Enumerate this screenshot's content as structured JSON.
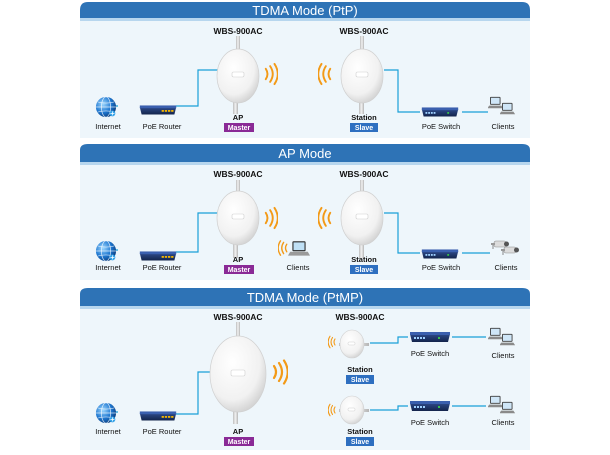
{
  "colors": {
    "header": "#2e73b6",
    "panel_bg": "#eef6fb",
    "wire": "#1aa0d8",
    "master_badge": "#8a2a96",
    "slave_badge": "#2e6fc0",
    "wave": "#f39a17"
  },
  "sections": [
    {
      "title": "TDMA Mode (PtP)",
      "ap_model": "WBS-900AC",
      "station_model": "WBS-900AC",
      "internet": "Internet",
      "router": "PoE Router",
      "ap_role": "AP",
      "ap_badge": "Master",
      "station_role": "Station",
      "station_badge": "Slave",
      "switch": "PoE Switch",
      "clients": "Clients"
    },
    {
      "title": "AP Mode",
      "ap_model": "WBS-900AC",
      "station_model": "WBS-900AC",
      "internet": "Internet",
      "router": "PoE Router",
      "ap_role": "AP",
      "ap_badge": "Master",
      "wireless_clients": "Clients",
      "station_role": "Station",
      "station_badge": "Slave",
      "switch": "PoE Switch",
      "clients": "Clients"
    },
    {
      "title": "TDMA Mode (PtMP)",
      "ap_model": "WBS-900AC",
      "station_model": "WBS-900AC",
      "internet": "Internet",
      "router": "PoE Router",
      "ap_role": "AP",
      "ap_badge": "Master",
      "station1_role": "Station",
      "station1_badge": "Slave",
      "switch1": "PoE Switch",
      "clients1": "Clients",
      "station2_role": "Station",
      "station2_badge": "Slave",
      "switch2": "PoE Switch",
      "clients2": "Clients"
    }
  ],
  "icons": [
    "globe-icon",
    "router-icon",
    "dish-icon",
    "wifi-waves-icon",
    "switch-icon",
    "computer-icon",
    "laptop-icon",
    "camera-icon"
  ]
}
